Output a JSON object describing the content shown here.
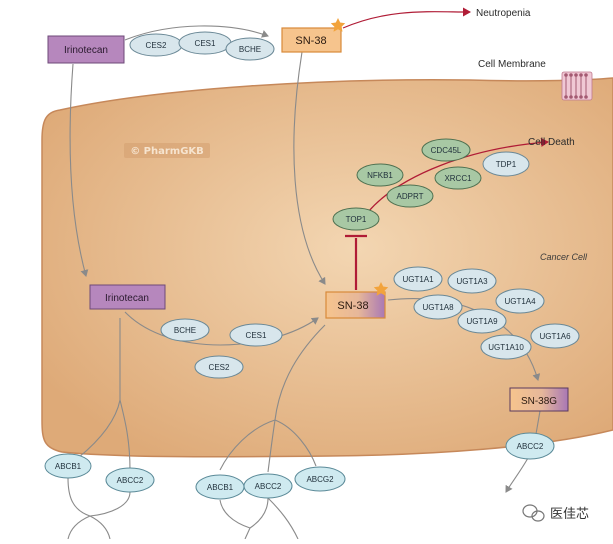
{
  "watermark": "© PharmGKB",
  "labels": {
    "neutropenia": "Neutropenia",
    "cell_membrane": "Cell Membrane",
    "cell_death": "Cell Death",
    "cancer_cell": "Cancer Cell"
  },
  "drugs": {
    "irinotecan_top": "Irinotecan",
    "sn38_top": "SN-38",
    "irinotecan_cell": "Irinotecan",
    "sn38_cell": "SN-38",
    "sn38g": "SN-38G"
  },
  "enzymes": {
    "ces2_top": "CES2",
    "ces1_top": "CES1",
    "bche_top": "BCHE",
    "bche_cell": "BCHE",
    "ces1_cell": "CES1",
    "ces2_cell": "CES2",
    "top1": "TOP1",
    "nfkb1": "NFKB1",
    "adprt": "ADPRT",
    "cdc45l": "CDC45L",
    "xrcc1": "XRCC1",
    "tdp1": "TDP1",
    "ugt1a1": "UGT1A1",
    "ugt1a3": "UGT1A3",
    "ugt1a8": "UGT1A8",
    "ugt1a4": "UGT1A4",
    "ugt1a9": "UGT1A9",
    "ugt1a6": "UGT1A6",
    "ugt1a10": "UGT1A10",
    "abcc2_right": "ABCC2"
  },
  "transporters": {
    "abcb1_left": "ABCB1",
    "abcc2_left": "ABCC2",
    "abcb1_mid": "ABCB1",
    "abcc2_mid": "ABCC2",
    "abcg2_mid": "ABCG2"
  },
  "logo": {
    "text": "医佳芯",
    "icon": "wechat-icon"
  },
  "colors": {
    "cell": "#e2b284",
    "cell_border": "#c6885a",
    "drug_purple": "#b687bd",
    "drug_orange": "#f6c48d",
    "enzyme_fill": "#d8e6ec",
    "green_fill": "#a8c8a4",
    "transporter_fill": "#cfeaf0",
    "arrow_gray": "#8a8a8a",
    "arrow_red": "#b01c36"
  }
}
